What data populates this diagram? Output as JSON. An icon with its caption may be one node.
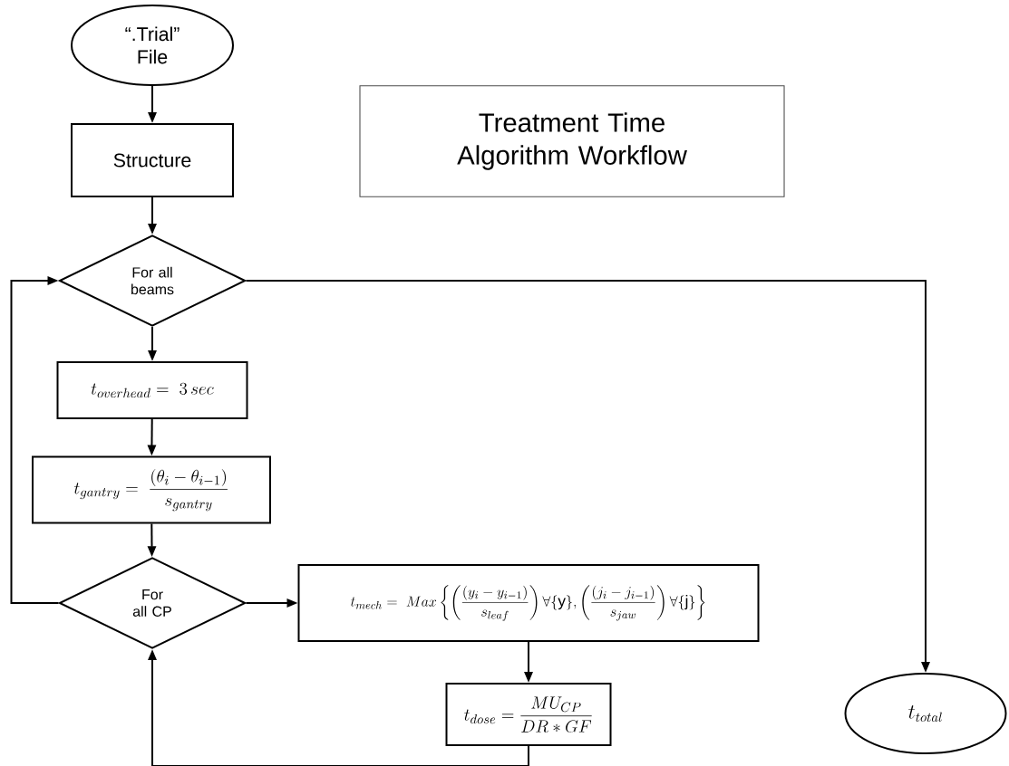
{
  "diagram": {
    "title": "Treatment Time Algorithm Workflow",
    "nodes": [
      {
        "text": [
          "“.Trial” File"
        ]
      },
      {
        "text": [
          "Structure"
        ]
      },
      {
        "text": [
          "For all beams"
        ]
      },
      {
        "text": [
          "t_{overhead} = \\ 3\\,sec"
        ]
      },
      {
        "text": [
          "t_{gantry} = \\ \\frac{(\\theta_i - \\theta_{i-1})}{s_{gantry}}"
        ]
      },
      {
        "text": [
          "For all CP"
        ]
      },
      {
        "text": [
          "t_{mech} = \\ Max\\left\\{\\left(\\frac{(y_i-y_{i-1})}{s_{leaf}}\\right)\\forall\\{\\mathrm{y}\\},\\left(\\frac{(j_i-j_{i-1})}{s_{jaw}}\\right)\\forall\\{\\mathrm{j}\\}\\right\\}"
        ]
      },
      {
        "text": [
          "t_{dose} = \\frac{MU_{CP}}{DR*GF}"
        ]
      },
      {
        "text": [
          "t_{total}"
        ]
      }
    ],
    "edges": [
      {
        "from": 0,
        "to": 1,
        "arrow": "to"
      },
      {
        "from": 1,
        "to": 2,
        "arrow": "to"
      },
      {
        "from": 2,
        "to": 3,
        "arrow": "to"
      },
      {
        "from": 3,
        "to": 4,
        "arrow": "to"
      },
      {
        "from": 4,
        "to": 5,
        "arrow": "to"
      },
      {
        "from": 5,
        "to": 6,
        "arrow": "to"
      },
      {
        "from": 6,
        "to": 7,
        "arrow": "to"
      },
      {
        "from": 7,
        "to": 5,
        "arrow": "to"
      },
      {
        "from": 5,
        "to": 2,
        "arrow": "to"
      },
      {
        "from": 2,
        "to": 8,
        "arrow": "to"
      }
    ]
  }
}
